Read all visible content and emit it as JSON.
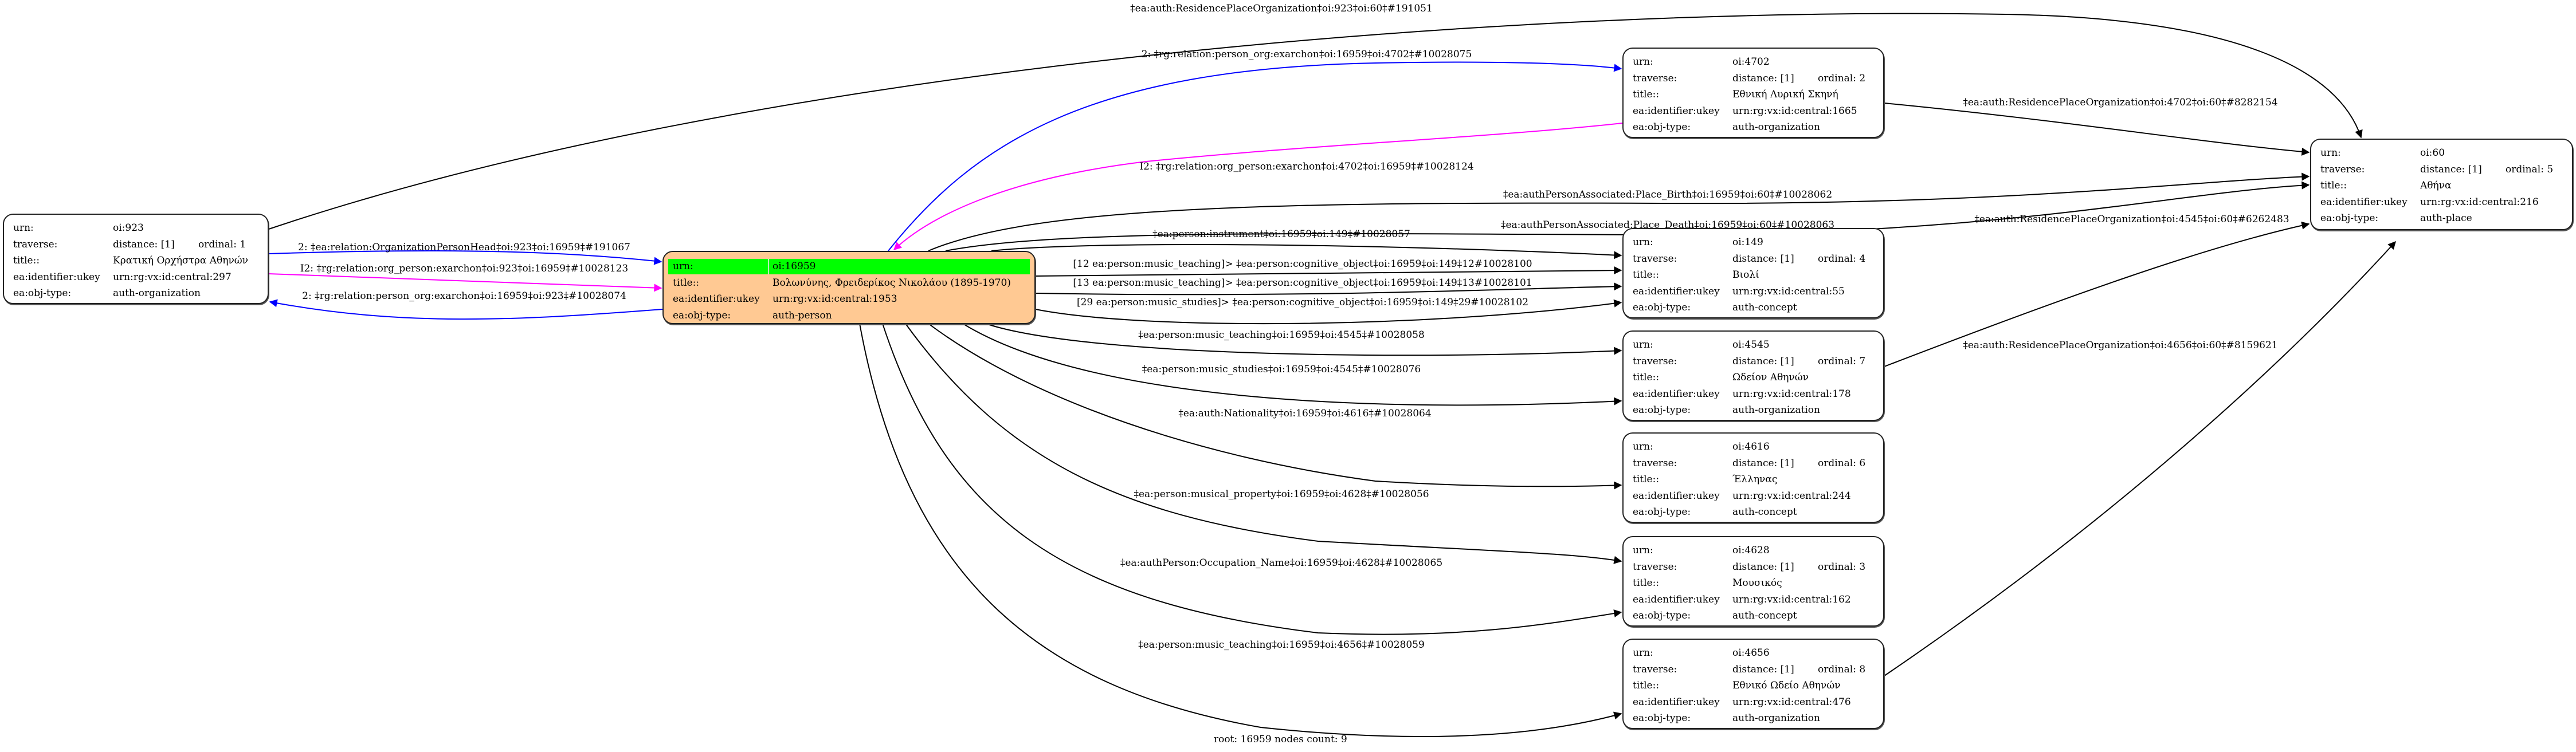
{
  "nodes": [
    {
      "id": "oi:923",
      "urn_label": "urn:",
      "urn": "oi:923",
      "traverse_label": "traverse:",
      "distance": "distance: [1]",
      "ordinal": "ordinal: 1",
      "title_label": "title::",
      "title": "Κρατική Ορχήστρα Αθηνών",
      "ukey_label": "ea:identifier:ukey",
      "ukey": "urn:rg:vx:id:central:297",
      "type_label": "ea:obj-type:",
      "type": "auth-organization"
    },
    {
      "id": "oi:16959",
      "root": true,
      "urn_label": "urn:",
      "urn": "oi:16959",
      "title_label": "title::",
      "title": "Βολωνύνης, Φρειδερίκος Νικολάου (1895-1970)",
      "ukey_label": "ea:identifier:ukey",
      "ukey": "urn:rg:vx:id:central:1953",
      "type_label": "ea:obj-type:",
      "type": "auth-person"
    },
    {
      "id": "oi:4702",
      "urn_label": "urn:",
      "urn": "oi:4702",
      "traverse_label": "traverse:",
      "distance": "distance: [1]",
      "ordinal": "ordinal: 2",
      "title_label": "title::",
      "title": "Εθνική Λυρική Σκηνή",
      "ukey_label": "ea:identifier:ukey",
      "ukey": "urn:rg:vx:id:central:1665",
      "type_label": "ea:obj-type:",
      "type": "auth-organization"
    },
    {
      "id": "oi:60",
      "urn_label": "urn:",
      "urn": "oi:60",
      "traverse_label": "traverse:",
      "distance": "distance: [1]",
      "ordinal": "ordinal: 5",
      "title_label": "title::",
      "title": "Αθήνα",
      "ukey_label": "ea:identifier:ukey",
      "ukey": "urn:rg:vx:id:central:216",
      "type_label": "ea:obj-type:",
      "type": "auth-place"
    },
    {
      "id": "oi:149",
      "urn_label": "urn:",
      "urn": "oi:149",
      "traverse_label": "traverse:",
      "distance": "distance: [1]",
      "ordinal": "ordinal: 4",
      "title_label": "title::",
      "title": "Βιολί",
      "ukey_label": "ea:identifier:ukey",
      "ukey": "urn:rg:vx:id:central:55",
      "type_label": "ea:obj-type:",
      "type": "auth-concept"
    },
    {
      "id": "oi:4545",
      "urn_label": "urn:",
      "urn": "oi:4545",
      "traverse_label": "traverse:",
      "distance": "distance: [1]",
      "ordinal": "ordinal: 7",
      "title_label": "title::",
      "title": "Ωδείον Αθηνών",
      "ukey_label": "ea:identifier:ukey",
      "ukey": "urn:rg:vx:id:central:178",
      "type_label": "ea:obj-type:",
      "type": "auth-organization"
    },
    {
      "id": "oi:4616",
      "urn_label": "urn:",
      "urn": "oi:4616",
      "traverse_label": "traverse:",
      "distance": "distance: [1]",
      "ordinal": "ordinal: 6",
      "title_label": "title::",
      "title": "Έλληνας",
      "ukey_label": "ea:identifier:ukey",
      "ukey": "urn:rg:vx:id:central:244",
      "type_label": "ea:obj-type:",
      "type": "auth-concept"
    },
    {
      "id": "oi:4628",
      "urn_label": "urn:",
      "urn": "oi:4628",
      "traverse_label": "traverse:",
      "distance": "distance: [1]",
      "ordinal": "ordinal: 3",
      "title_label": "title::",
      "title": "Μουσικός",
      "ukey_label": "ea:identifier:ukey",
      "ukey": "urn:rg:vx:id:central:162",
      "type_label": "ea:obj-type:",
      "type": "auth-concept"
    },
    {
      "id": "oi:4656",
      "urn_label": "urn:",
      "urn": "oi:4656",
      "traverse_label": "traverse:",
      "distance": "distance: [1]",
      "ordinal": "ordinal: 8",
      "title_label": "title::",
      "title": "Εθνικό Ωδείο Αθηνών",
      "ukey_label": "ea:identifier:ukey",
      "ukey": "urn:rg:vx:id:central:476",
      "type_label": "ea:obj-type:",
      "type": "auth-organization"
    }
  ],
  "edges": [
    {
      "id": "e923_60",
      "label": "‡ea:auth:ResidencePlaceOrganization‡oi:923‡oi:60‡#191051",
      "color": "#000000"
    },
    {
      "id": "e16959_4702",
      "label": "2: ‡rg:relation:person_org:exarchon‡oi:16959‡oi:4702‡#10028075",
      "color": "#0000ff"
    },
    {
      "id": "e4702_16959",
      "label": "I2: ‡rg:relation:org_person:exarchon‡oi:4702‡oi:16959‡#10028124",
      "color": "#ff00ff"
    },
    {
      "id": "e4702_60",
      "label": "‡ea:auth:ResidencePlaceOrganization‡oi:4702‡oi:60‡#8282154",
      "color": "#000000"
    },
    {
      "id": "e_birth",
      "label": "‡ea:authPersonAssociated:Place_Birth‡oi:16959‡oi:60‡#10028062",
      "color": "#000000"
    },
    {
      "id": "e_death",
      "label": "‡ea:authPersonAssociated:Place_Death‡oi:16959‡oi:60‡#10028063",
      "color": "#000000"
    },
    {
      "id": "e_instrument",
      "label": "‡ea:person:instrument‡oi:16959‡oi:149‡#10028057",
      "color": "#000000"
    },
    {
      "id": "e_c12",
      "label": "[12 ea:person:music_teaching]> ‡ea:person:cognitive_object‡oi:16959‡oi:149‡12#10028100",
      "color": "#000000"
    },
    {
      "id": "e_c13",
      "label": "[13 ea:person:music_teaching]> ‡ea:person:cognitive_object‡oi:16959‡oi:149‡13#10028101",
      "color": "#000000"
    },
    {
      "id": "e_c29",
      "label": "[29 ea:person:music_studies]> ‡ea:person:cognitive_object‡oi:16959‡oi:149‡29#10028102",
      "color": "#000000"
    },
    {
      "id": "e_teach4545",
      "label": "‡ea:person:music_teaching‡oi:16959‡oi:4545‡#10028058",
      "color": "#000000"
    },
    {
      "id": "e_stud4545",
      "label": "‡ea:person:music_studies‡oi:16959‡oi:4545‡#10028076",
      "color": "#000000"
    },
    {
      "id": "e_nat",
      "label": "‡ea:auth:Nationality‡oi:16959‡oi:4616‡#10028064",
      "color": "#000000"
    },
    {
      "id": "e_prop",
      "label": "‡ea:person:musical_property‡oi:16959‡oi:4628‡#10028056",
      "color": "#000000"
    },
    {
      "id": "e_occ",
      "label": "‡ea:authPerson:Occupation_Name‡oi:16959‡oi:4628‡#10028065",
      "color": "#000000"
    },
    {
      "id": "e_teach4656",
      "label": "‡ea:person:music_teaching‡oi:16959‡oi:4656‡#10028059",
      "color": "#000000"
    },
    {
      "id": "e4545_60",
      "label": "‡ea:auth:ResidencePlaceOrganization‡oi:4545‡oi:60‡#6262483",
      "color": "#000000"
    },
    {
      "id": "e4656_60",
      "label": "‡ea:auth:ResidencePlaceOrganization‡oi:4656‡oi:60‡#8159621",
      "color": "#000000"
    },
    {
      "id": "e923_16959_head",
      "label": "2: ‡ea:relation:OrganizationPersonHead‡oi:923‡oi:16959‡#191067",
      "color": "#0000ff"
    },
    {
      "id": "e923_16959_exarchon",
      "label": "I2: ‡rg:relation:org_person:exarchon‡oi:923‡oi:16959‡#10028123",
      "color": "#ff00ff"
    },
    {
      "id": "e16959_923",
      "label": "2: ‡rg:relation:person_org:exarchon‡oi:16959‡oi:923‡#10028074",
      "color": "#0000ff"
    }
  ],
  "footer": "root: 16959 nodes count: 9",
  "colors": {
    "root_fill": "#ffc993",
    "root_urn_highlight": "#00ff00",
    "node_fill": "#ffffff"
  }
}
